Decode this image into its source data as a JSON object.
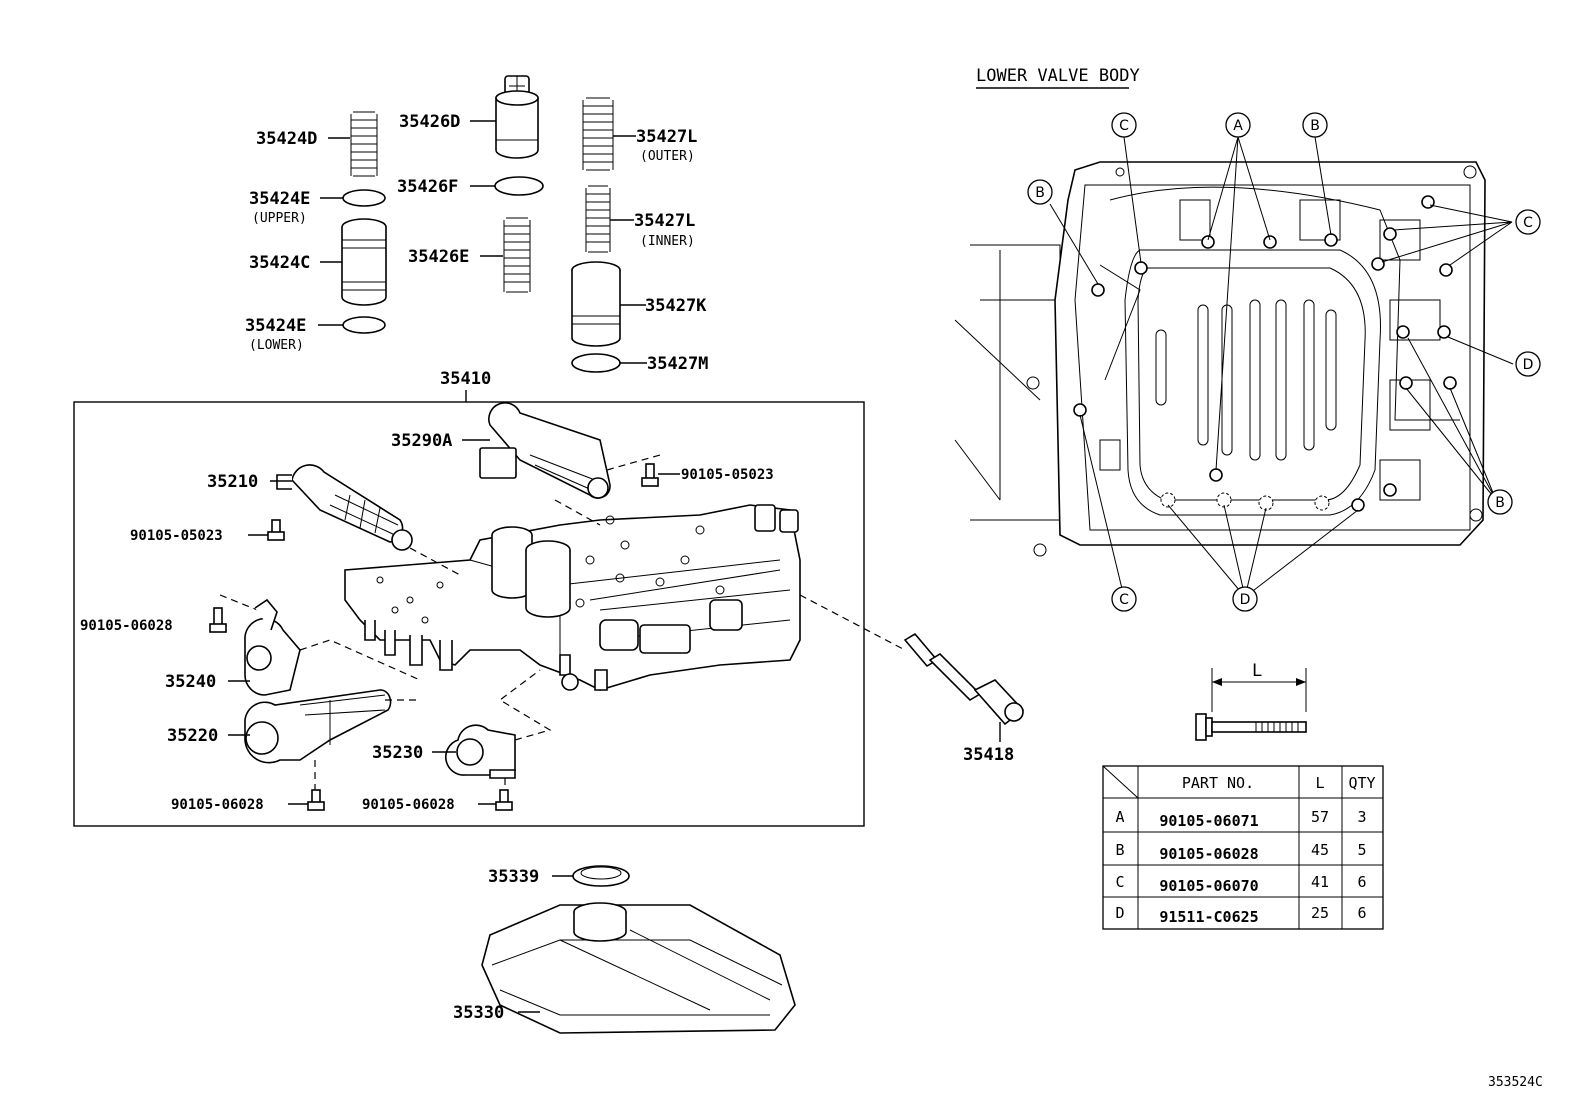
{
  "labels": {
    "p35424D": "35424D",
    "p35424E_upper": "35424E",
    "p35424E_upper_note": "(UPPER)",
    "p35424C": "35424C",
    "p35424E_lower": "35424E",
    "p35424E_lower_note": "(LOWER)",
    "p35426D": "35426D",
    "p35426F": "35426F",
    "p35426E": "35426E",
    "p35427L_outer": "35427L",
    "p35427L_outer_note": "(OUTER)",
    "p35427L_inner": "35427L",
    "p35427L_inner_note": "(INNER)",
    "p35427K": "35427K",
    "p35427M": "35427M",
    "p35410": "35410",
    "p35290A": "35290A",
    "p35210": "35210",
    "b90105_05023_a": "90105-05023",
    "b90105_05023_b": "90105-05023",
    "b90105_06028_a": "90105-06028",
    "p35240": "35240",
    "p35220": "35220",
    "p35230": "35230",
    "b90105_06028_b": "90105-06028",
    "b90105_06028_c": "90105-06028",
    "p35418": "35418",
    "p35339": "35339",
    "p35330": "35330",
    "lower_valve_body": "LOWER VALVE BODY",
    "dim_L": "L",
    "drawing_code": "353524C"
  },
  "callouts": {
    "A": "A",
    "B": "B",
    "C": "C",
    "D": "D"
  },
  "bolt_table": {
    "headers": {
      "part_no": "PART NO.",
      "length": "L",
      "qty": "QTY"
    },
    "rows": [
      {
        "key": "A",
        "part_no": "90105-06071",
        "length": "57",
        "qty": "3"
      },
      {
        "key": "B",
        "part_no": "90105-06028",
        "length": "45",
        "qty": "5"
      },
      {
        "key": "C",
        "part_no": "90105-06070",
        "length": "41",
        "qty": "6"
      },
      {
        "key": "D",
        "part_no": "91511-C0625",
        "length": "25",
        "qty": "6"
      }
    ]
  }
}
